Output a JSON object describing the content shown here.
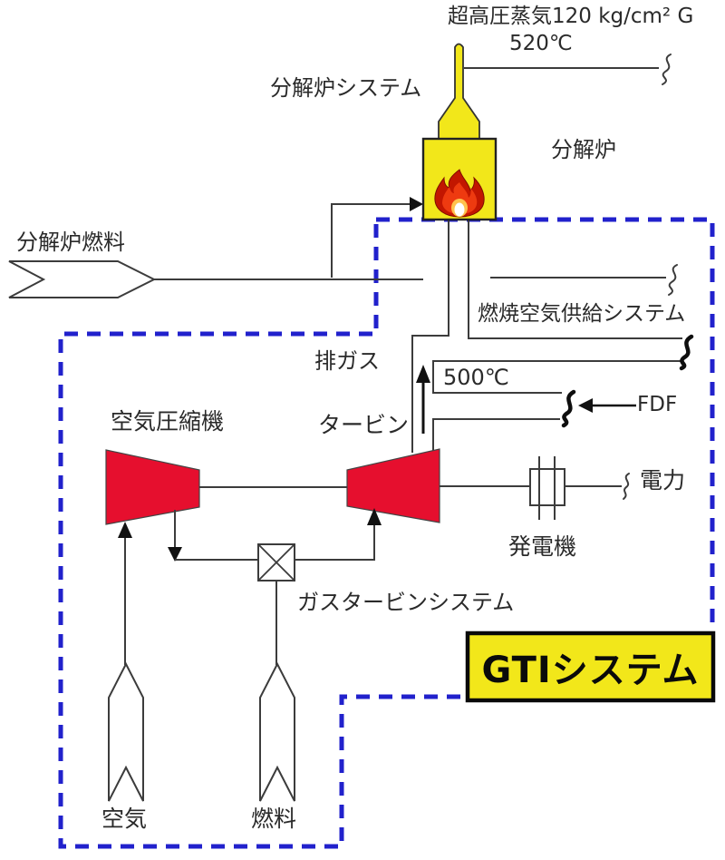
{
  "labels": {
    "steam": "超高圧蒸気120 kg/cm² G",
    "steam_temp": "520℃",
    "furnace_system": "分解炉システム",
    "furnace": "分解炉",
    "furnace_fuel": "分解炉燃料",
    "combustion_air_system": "燃焼空気供給システム",
    "exhaust_gas": "排ガス",
    "exhaust_temp": "500℃",
    "fdf": "FDF",
    "compressor": "空気圧縮機",
    "turbine": "タービン",
    "power": "電力",
    "generator": "発電機",
    "gas_turbine_system": "ガスタービンシステム",
    "gti_system": "GTIシステム",
    "air": "空気",
    "fuel": "燃料"
  },
  "colors": {
    "furnace_yellow": "#F2E71A",
    "equipment_red": "#E60F2E",
    "boundary_blue": "#2121CC",
    "line": "#3c3c3c"
  }
}
